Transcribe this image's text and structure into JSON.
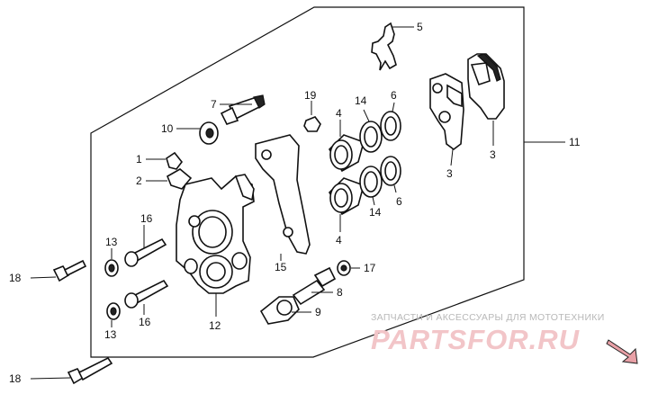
{
  "labels": {
    "p1": "1",
    "p2": "2",
    "p3a": "3",
    "p3b": "3",
    "p4a": "4",
    "p4b": "4",
    "p5": "5",
    "p6a": "6",
    "p6b": "6",
    "p7": "7",
    "p8": "8",
    "p9": "9",
    "p10": "10",
    "p11": "11",
    "p12": "12",
    "p13a": "13",
    "p13b": "13",
    "p14a": "14",
    "p14b": "14",
    "p15": "15",
    "p16a": "16",
    "p16b": "16",
    "p17": "17",
    "p18a": "18",
    "p18b": "18",
    "p19": "19"
  },
  "watermark": {
    "caption": "ЗАПЧАСТИ И АКСЕССУАРЫ ДЛЯ МОТОТЕХНИКИ",
    "logo": "PARTSFOR.RU",
    "accent_color": "#e8a0a6"
  }
}
